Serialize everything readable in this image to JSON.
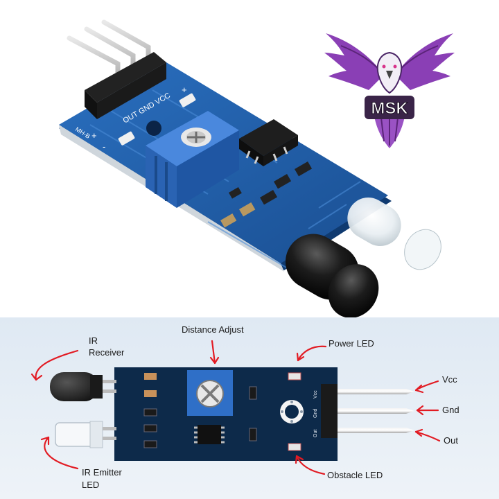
{
  "logo": {
    "text": "MSK"
  },
  "photo_silkscreen": {
    "pin_labels": "OUT GND VCC",
    "model": "MH-B",
    "plus": "+",
    "minus": "-"
  },
  "diagram": {
    "labels": {
      "distance_adjust": "Distance Adjust",
      "ir_receiver_line1": "IR",
      "ir_receiver_line2": "Receiver",
      "power_led": "Power LED",
      "vcc": "Vcc",
      "gnd": "Gnd",
      "out": "Out",
      "ir_emitter_line1": "IR Emitter",
      "ir_emitter_line2": "LED",
      "obstacle_led": "Obstacle LED"
    },
    "board_pins": {
      "vcc": "Vcc",
      "gnd": "Gnd",
      "out": "Out"
    }
  },
  "colors": {
    "pcb_photo": "#1f5ea8",
    "pcb_diagram": "#0d2a4a",
    "arrow": "#e21b23",
    "logo_purple": "#8a3fb5",
    "potentiometer": "#2f6fc7"
  }
}
